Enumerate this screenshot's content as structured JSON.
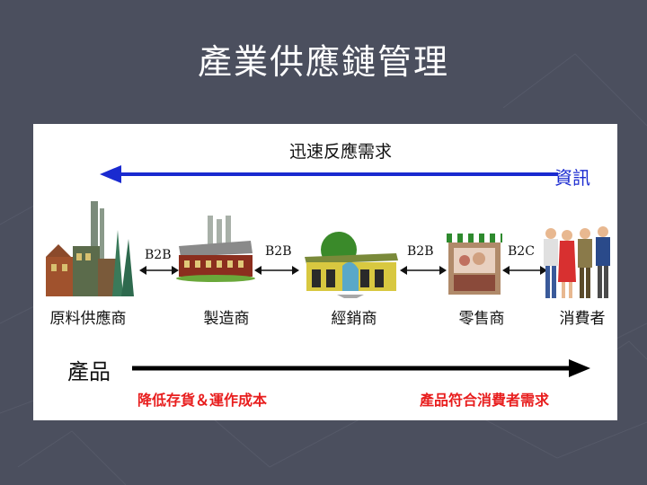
{
  "title": "產業供應鏈管理",
  "diagram": {
    "top_label": "迅速反應需求",
    "info_label": "資訊",
    "connections": [
      "B2B",
      "B2B",
      "B2B",
      "B2C"
    ],
    "stages": [
      "原料供應商",
      "製造商",
      "經銷商",
      "零售商",
      "消費者"
    ],
    "product_label": "產品",
    "bottom_left": "降低存貨＆運作成本",
    "bottom_right": "產品符合消費者需求"
  },
  "colors": {
    "background": "#4b4f5e",
    "info_arrow": "#1a2ad0",
    "info_text": "#1a2ad0",
    "highlight_text": "#e81e1e"
  },
  "icons": [
    "factory-raw-icon",
    "factory-icon",
    "warehouse-icon",
    "shop-icon",
    "people-icon"
  ]
}
